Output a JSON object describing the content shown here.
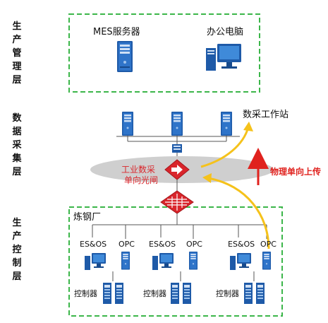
{
  "layers": {
    "production_management": "生产管理层",
    "data_acquisition": "数据采集层",
    "production_control": "生产控制层"
  },
  "top": {
    "mes_server": "MES服务器",
    "office_pc": "办公电脑"
  },
  "acquisition": {
    "workstation_label": "数采工作站"
  },
  "gateway": {
    "line1": "工业数采",
    "line2": "单向光闸"
  },
  "upload_label": "物理单向上传",
  "plant": {
    "name": "炼钢厂",
    "groups": [
      {
        "es_os": "ES&OS",
        "opc": "OPC",
        "controller": "控制器"
      },
      {
        "es_os": "ES&OS",
        "opc": "OPC",
        "controller": "控制器"
      },
      {
        "es_os": "ES&OS",
        "opc": "OPC",
        "controller": "控制器"
      }
    ]
  },
  "colors": {
    "dash_green": "#3cb64a",
    "arrow_yellow": "#f5c21b",
    "arrow_red": "#e0221e",
    "gateway_red": "#d9252b",
    "device_blue": "#1e5aa8"
  }
}
